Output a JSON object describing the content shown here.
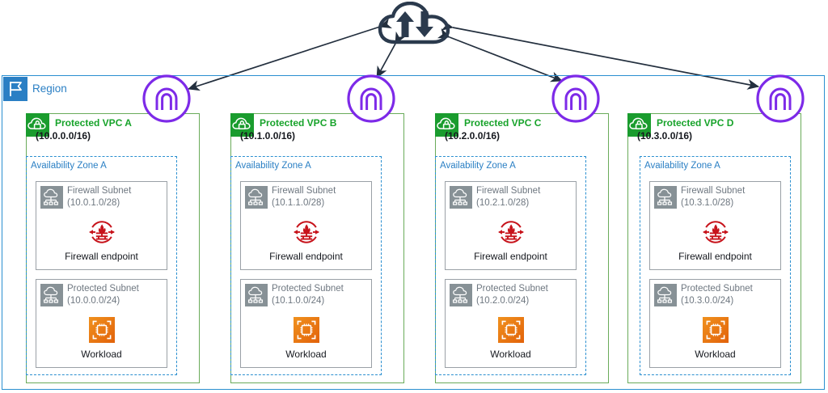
{
  "diagram": {
    "internet": {
      "icon": "cloud-up-down-arrows-icon"
    },
    "region": {
      "label": "Region",
      "icon": "region-flag-icon",
      "accent_color": "#2a7fc4"
    },
    "gateway": {
      "icon": "nat-gateway-icon",
      "color": "#7d2ae8"
    },
    "colors": {
      "vpc_border": "#6aab5a",
      "vpc_title": "#17a32a",
      "vpc_icon_bg": "#1a9c2e",
      "az_border": "#2a8fd0",
      "az_label": "#2a7fc4",
      "subnet_border": "#9aa0a6",
      "subnet_icon_bg": "#879196",
      "subnet_text": "#6e7780",
      "firewall": "#c7131b",
      "workload": "#e8740c",
      "region_border": "#2a8fd0",
      "arrow": "#232f3e"
    },
    "vpcs": [
      {
        "title": "Protected VPC A",
        "cidr": "(10.0.0.0/16)",
        "icon": "protected-vpc-icon",
        "az": {
          "label": "Availability Zone A"
        },
        "subnets": [
          {
            "name": "Firewall Subnet",
            "cidr": "(10.0.1.0/28)",
            "icon": "subnet-icon",
            "resource": {
              "label": "Firewall endpoint",
              "icon": "firewall-endpoint-icon"
            }
          },
          {
            "name": "Protected Subnet",
            "cidr": "(10.0.0.0/24)",
            "icon": "subnet-icon",
            "resource": {
              "label": "Workload",
              "icon": "workload-icon"
            }
          }
        ]
      },
      {
        "title": "Protected VPC B",
        "cidr": "(10.1.0.0/16)",
        "icon": "protected-vpc-icon",
        "az": {
          "label": "Availability Zone A"
        },
        "subnets": [
          {
            "name": "Firewall Subnet",
            "cidr": "(10.1.1.0/28)",
            "icon": "subnet-icon",
            "resource": {
              "label": "Firewall endpoint",
              "icon": "firewall-endpoint-icon"
            }
          },
          {
            "name": "Protected Subnet",
            "cidr": "(10.1.0.0/24)",
            "icon": "subnet-icon",
            "resource": {
              "label": "Workload",
              "icon": "workload-icon"
            }
          }
        ]
      },
      {
        "title": "Protected VPC C",
        "cidr": "(10.2.0.0/16)",
        "icon": "protected-vpc-icon",
        "az": {
          "label": "Availability Zone A"
        },
        "subnets": [
          {
            "name": "Firewall Subnet",
            "cidr": "(10.2.1.0/28)",
            "icon": "subnet-icon",
            "resource": {
              "label": "Firewall endpoint",
              "icon": "firewall-endpoint-icon"
            }
          },
          {
            "name": "Protected Subnet",
            "cidr": "(10.2.0.0/24)",
            "icon": "subnet-icon",
            "resource": {
              "label": "Workload",
              "icon": "workload-icon"
            }
          }
        ]
      },
      {
        "title": "Protected VPC D",
        "cidr": "(10.3.0.0/16)",
        "icon": "protected-vpc-icon",
        "az": {
          "label": "Availability Zone A"
        },
        "subnets": [
          {
            "name": "Firewall Subnet",
            "cidr": "(10.3.1.0/28)",
            "icon": "subnet-icon",
            "resource": {
              "label": "Firewall endpoint",
              "icon": "firewall-endpoint-icon"
            }
          },
          {
            "name": "Protected Subnet",
            "cidr": "(10.3.0.0/24)",
            "icon": "subnet-icon",
            "resource": {
              "label": "Workload",
              "icon": "workload-icon"
            }
          }
        ]
      }
    ]
  }
}
